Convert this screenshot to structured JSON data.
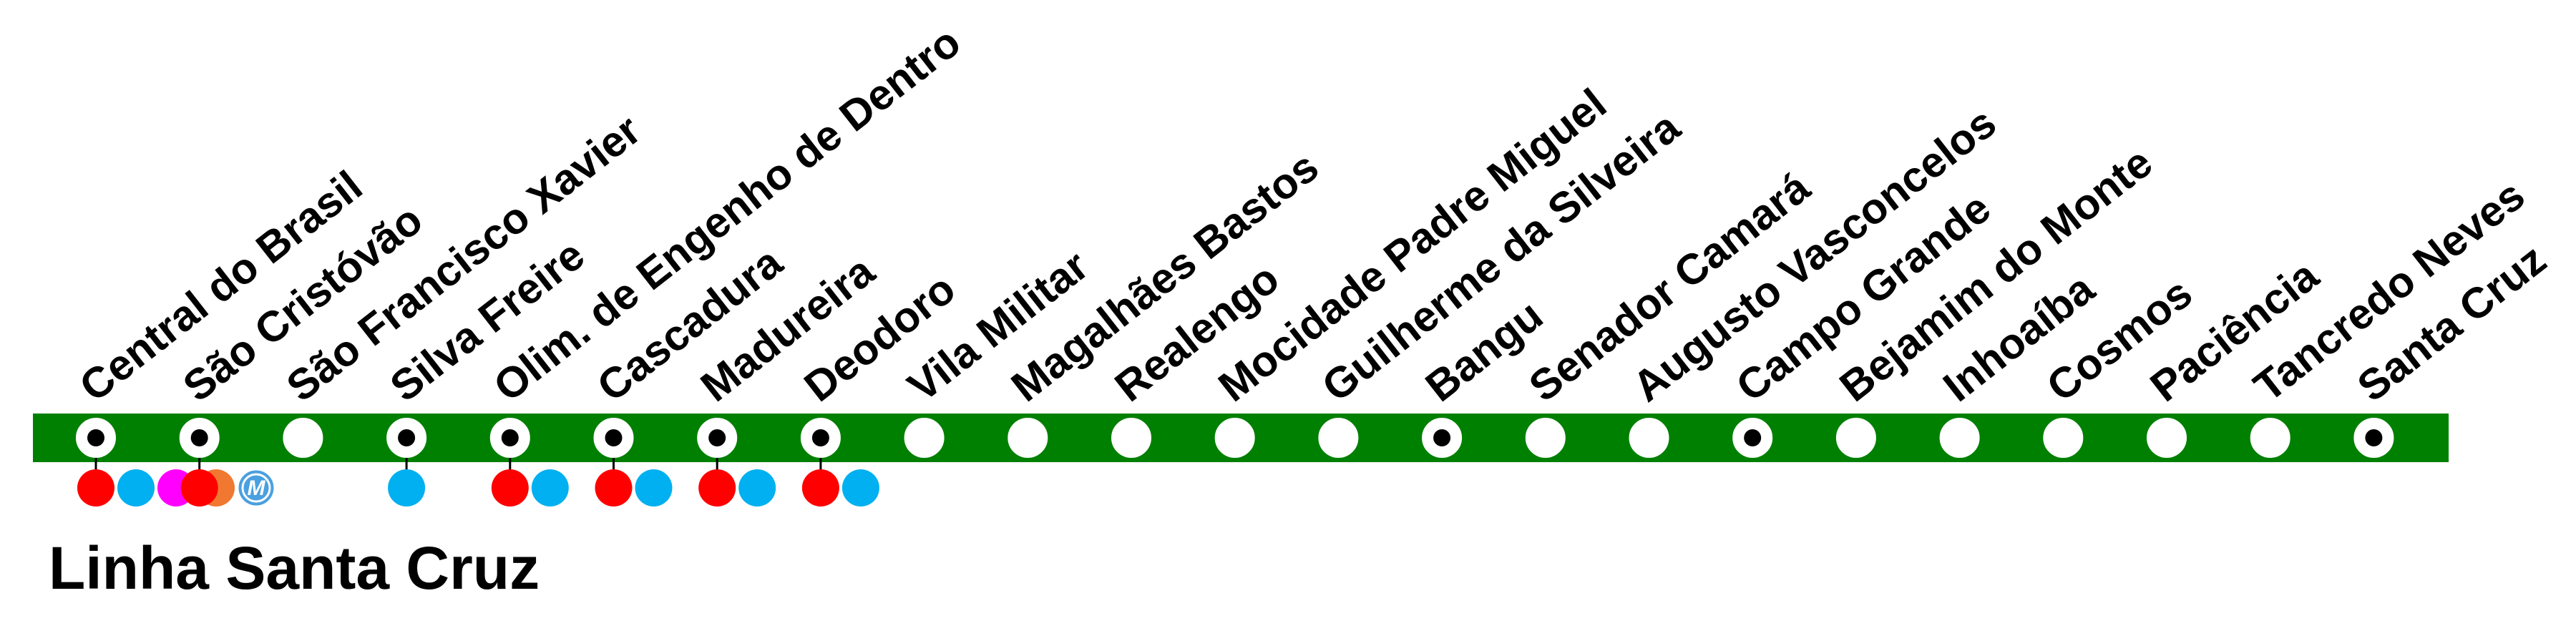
{
  "line": {
    "title": "Linha Santa Cruz",
    "color": "#008000"
  },
  "colors": {
    "red": "#ff0000",
    "cyan": "#00b0f0",
    "magenta": "#ff00ff",
    "orange": "#f07830",
    "metro_badge": "#4aa0e0",
    "station_white": "#ffffff",
    "station_dark": "#000000"
  },
  "metro_badge_letter": "M",
  "stations": [
    {
      "name": "Central do Brasil",
      "type": "transfer",
      "connections": [
        [
          "red",
          "cyan"
        ],
        [
          "magenta",
          "orange",
          "metro"
        ]
      ]
    },
    {
      "name": "São Cristóvão",
      "type": "transfer",
      "connections": [
        [
          "red"
        ]
      ]
    },
    {
      "name": "São Francisco Xavier",
      "type": "regular",
      "connections": []
    },
    {
      "name": "Silva Freire",
      "type": "transfer",
      "connections": [
        [
          "cyan"
        ]
      ]
    },
    {
      "name": "Olim. de Engenho de Dentro",
      "type": "transfer",
      "connections": [
        [
          "red",
          "cyan"
        ]
      ]
    },
    {
      "name": "Cascadura",
      "type": "transfer",
      "connections": [
        [
          "red",
          "cyan"
        ]
      ]
    },
    {
      "name": "Madureira",
      "type": "transfer",
      "connections": [
        [
          "red",
          "cyan"
        ]
      ]
    },
    {
      "name": "Deodoro",
      "type": "transfer",
      "connections": [
        [
          "red",
          "cyan"
        ]
      ]
    },
    {
      "name": "Vila Militar",
      "type": "regular",
      "connections": []
    },
    {
      "name": "Magalhães Bastos",
      "type": "regular",
      "connections": []
    },
    {
      "name": "Realengo",
      "type": "regular",
      "connections": []
    },
    {
      "name": "Mocidade Padre Miguel",
      "type": "regular",
      "connections": []
    },
    {
      "name": "Guilherme da Silveira",
      "type": "regular",
      "connections": []
    },
    {
      "name": "Bangu",
      "type": "terminal",
      "connections": []
    },
    {
      "name": "Senador Camará",
      "type": "regular",
      "connections": []
    },
    {
      "name": "Augusto Vasconcelos",
      "type": "regular",
      "connections": []
    },
    {
      "name": "Campo Grande",
      "type": "terminal",
      "connections": []
    },
    {
      "name": "Bejamim do Monte",
      "type": "regular",
      "connections": []
    },
    {
      "name": "Inhoaíba",
      "type": "regular",
      "connections": []
    },
    {
      "name": "Cosmos",
      "type": "regular",
      "connections": []
    },
    {
      "name": "Paciência",
      "type": "regular",
      "connections": []
    },
    {
      "name": "Tancredo Neves",
      "type": "regular",
      "connections": []
    },
    {
      "name": "Santa Cruz",
      "type": "terminal",
      "connections": []
    }
  ]
}
